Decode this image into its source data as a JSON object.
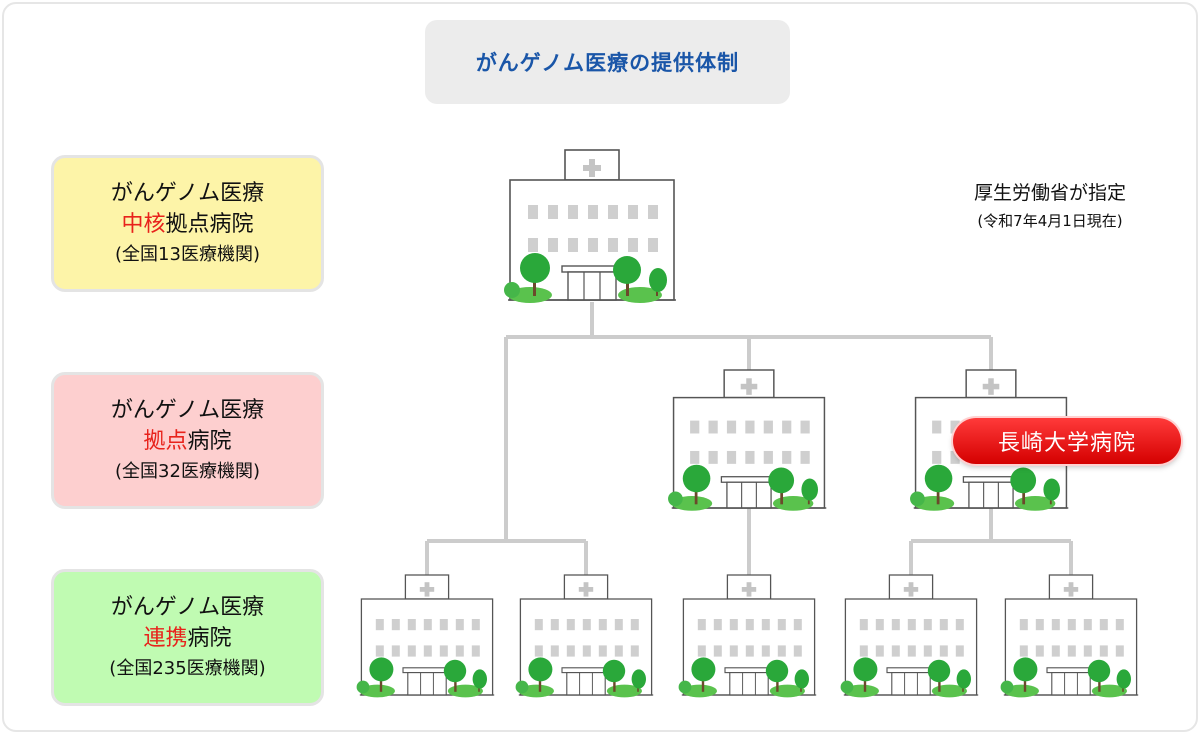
{
  "title": "がんゲノム医療の提供体制",
  "tiers": [
    {
      "line1": "がんゲノム医療",
      "highlight": "中核",
      "rest": "拠点病院",
      "count": "(全国13医療機関)"
    },
    {
      "line1": "がんゲノム医療",
      "highlight": "拠点",
      "rest": "病院",
      "count": "(全国32医療機関)"
    },
    {
      "line1": "がんゲノム医療",
      "highlight": "連携",
      "rest": "病院",
      "count": "(全国235医療機関)"
    }
  ],
  "designation": {
    "line1": "厚生労働省が指定",
    "line2": "(令和7年4月1日現在)"
  },
  "badge": "長崎大学病院",
  "colors": {
    "title_text": "#1a56a8",
    "highlight": "#e8221b",
    "core_bg": "#fdf4a8",
    "base_bg": "#fdcfcf",
    "coop_bg": "#c0fbb2",
    "badge": "#e00000",
    "tree_green": "#2aa83a",
    "connector": "#cccccc"
  },
  "icons": [
    "hospital-building-icon",
    "medical-cross-icon",
    "tree-icon"
  ]
}
